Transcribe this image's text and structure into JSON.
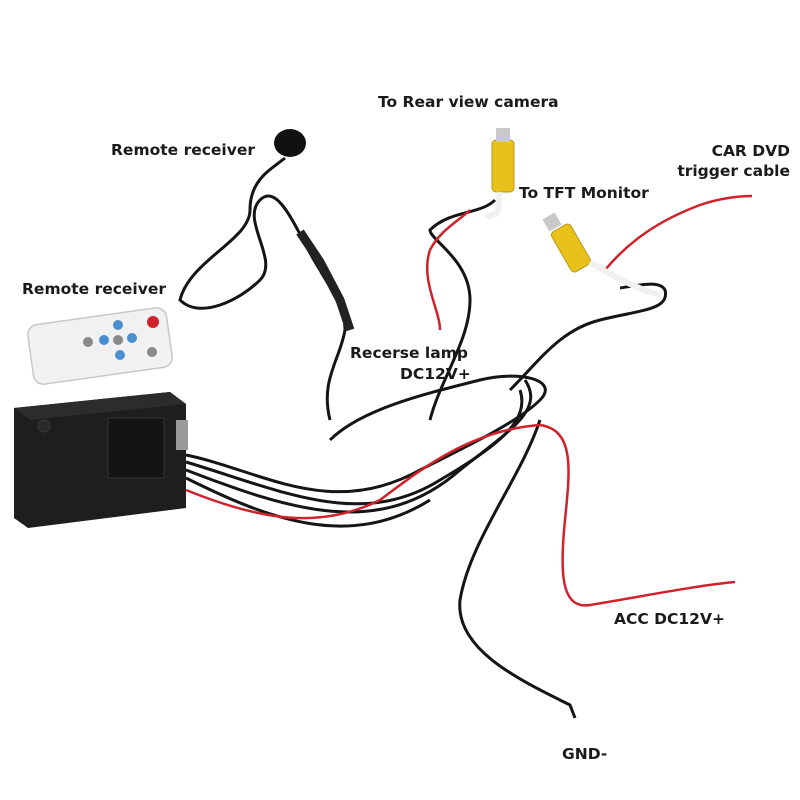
{
  "labels": {
    "rear_camera": "To Rear view camera",
    "remote_receiver_top": "Remote receiver",
    "remote_receiver_left": "Remote receiver",
    "car_dvd_line1": "CAR DVD",
    "car_dvd_line2": "trigger cable",
    "tft_monitor": "To TFT Monitor",
    "reverse_lamp_line1": "Recerse lamp",
    "reverse_lamp_line2": "DC12V+",
    "acc": "ACC DC12V+",
    "gnd": "GND-"
  },
  "colors": {
    "background": "#ffffff",
    "cable": "#151515",
    "red_wire": "#d0222a",
    "rca_yellow": "#e8c21b",
    "box": "#222222"
  }
}
